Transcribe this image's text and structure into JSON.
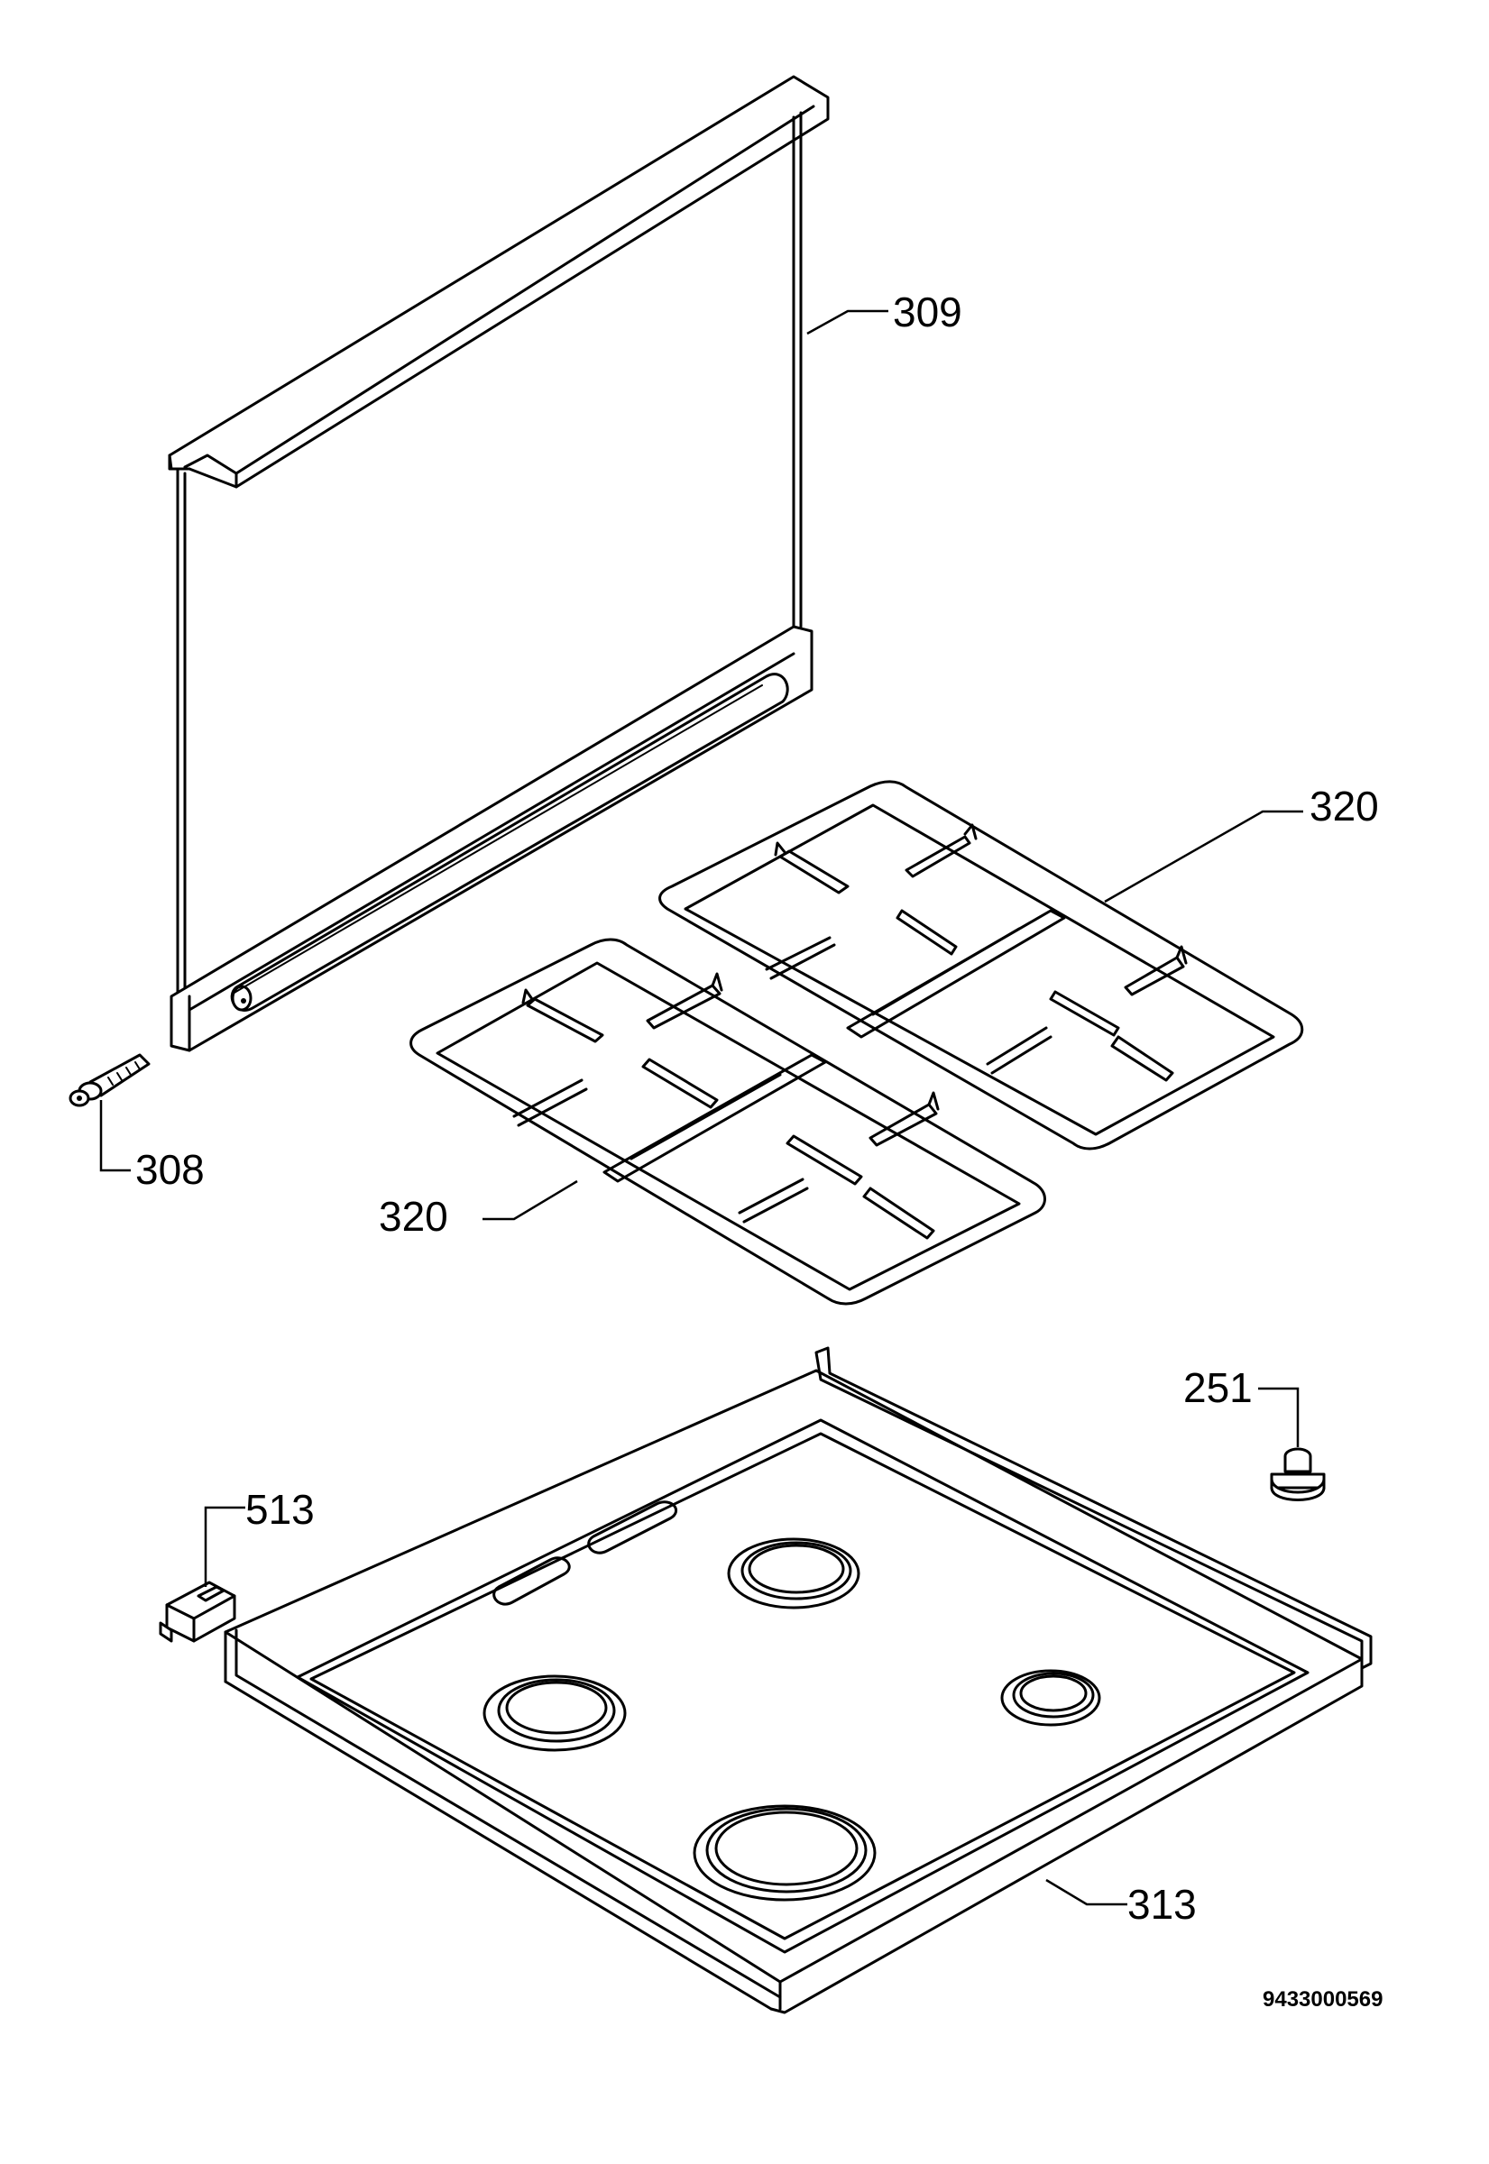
{
  "diagram": {
    "parts": [
      {
        "id": "309",
        "label": "309",
        "name": "glass lid"
      },
      {
        "id": "320a",
        "label": "320",
        "name": "pan support right"
      },
      {
        "id": "320b",
        "label": "320",
        "name": "pan support left"
      },
      {
        "id": "308",
        "label": "308",
        "name": "hinge pin"
      },
      {
        "id": "251",
        "label": "251",
        "name": "foot"
      },
      {
        "id": "513",
        "label": "513",
        "name": "clip"
      },
      {
        "id": "313",
        "label": "313",
        "name": "hob top"
      }
    ],
    "document_number": "9433000569"
  }
}
